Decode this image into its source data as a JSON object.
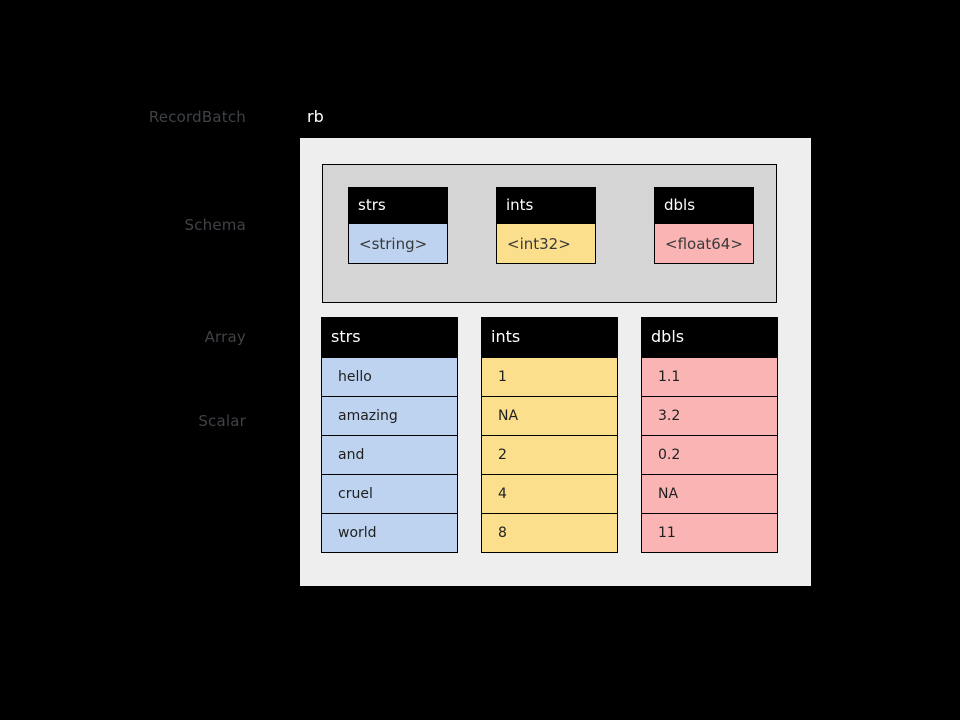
{
  "diagram": {
    "annotations": [
      {
        "id": "recordbatch",
        "label": "RecordBatch"
      },
      {
        "id": "schema",
        "label": "Schema"
      },
      {
        "id": "array",
        "label": "Array"
      },
      {
        "id": "scalar",
        "label": "Scalar"
      }
    ],
    "recordbatch": {
      "variable_name": "rb",
      "panel_color": "#eeeeee"
    },
    "schema": {
      "panel_color": "#d5d5d5",
      "fields": [
        {
          "name": "strs",
          "type": "<string>",
          "color": "#bed3f0",
          "swatch": "blue"
        },
        {
          "name": "ints",
          "type": "<int32>",
          "color": "#fbdf8c",
          "swatch": "yellow"
        },
        {
          "name": "dbls",
          "type": "<float64>",
          "color": "#fbb4b4",
          "swatch": "pink"
        }
      ]
    },
    "arrays": [
      {
        "name": "strs",
        "color": "#bed3f0",
        "swatch": "blue",
        "values": [
          "hello",
          "amazing",
          "and",
          "cruel",
          "world"
        ]
      },
      {
        "name": "ints",
        "color": "#fbdf8c",
        "swatch": "yellow",
        "values": [
          "1",
          "NA",
          "2",
          "4",
          "8"
        ]
      },
      {
        "name": "dbls",
        "color": "#fbb4b4",
        "swatch": "pink",
        "values": [
          "1.1",
          "3.2",
          "0.2",
          "NA",
          "11"
        ]
      }
    ],
    "colors": {
      "background": "#000000",
      "label_text": "#3f4246",
      "header_bg": "#000000",
      "header_text": "#ffffff",
      "arrow": "#000000"
    }
  }
}
